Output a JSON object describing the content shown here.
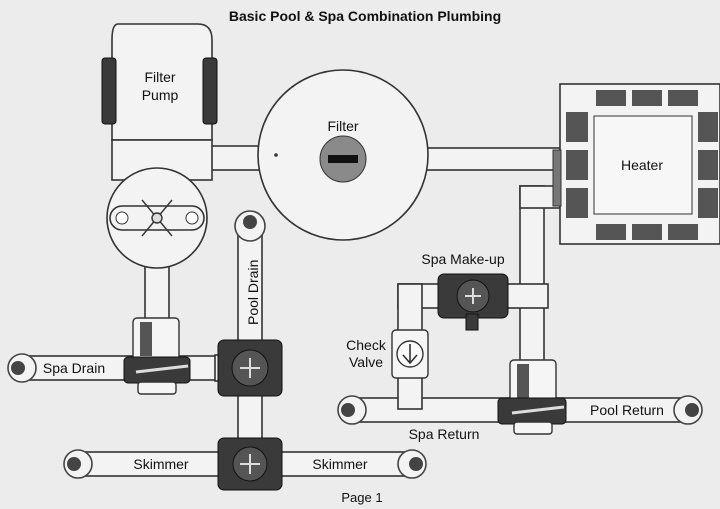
{
  "title": "Basic Pool & Spa Combination Plumbing",
  "labels": {
    "filter_pump_line1": "Filter",
    "filter_pump_line2": "Pump",
    "filter": "Filter",
    "heater": "Heater",
    "pool_drain": "Pool Drain",
    "spa_makeup": "Spa Make-up",
    "check_valve_line1": "Check",
    "check_valve_line2": "Valve",
    "spa_drain": "Spa Drain",
    "pool_return": "Pool Return",
    "spa_return": "Spa Return",
    "skimmer_left": "Skimmer",
    "skimmer_right": "Skimmer"
  },
  "footer": "Page 1",
  "colors": {
    "background": "#ececec",
    "pipe": "#f3f3f3",
    "valve": "#3a3a3a",
    "outline": "#333333"
  }
}
